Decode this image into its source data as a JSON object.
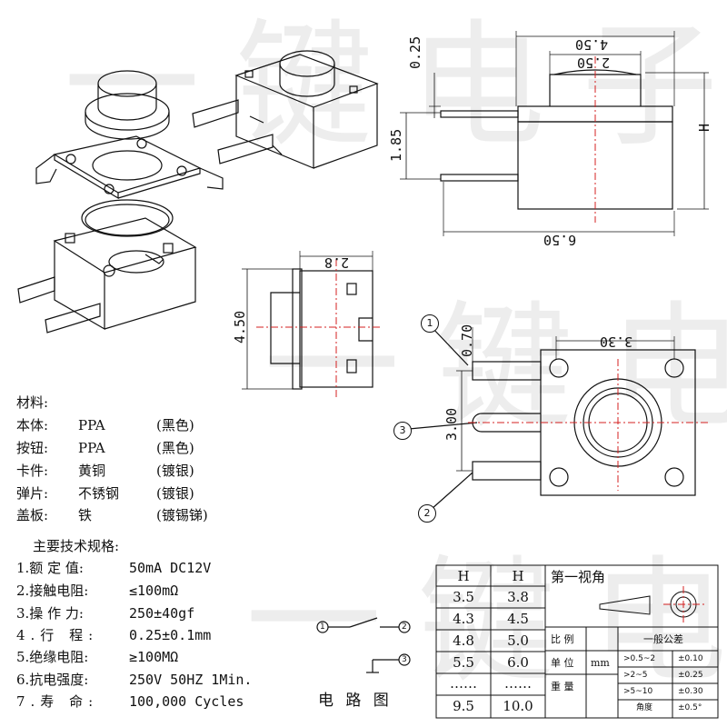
{
  "watermark": {
    "text": "一键电子"
  },
  "dimensions": {
    "top_width_outer": "4.50",
    "top_width_button": "2.50",
    "gap": "0.25",
    "pin_height": "1.85",
    "overall_height": "H",
    "overall_length": "6.50",
    "side_width": "2.8",
    "side_height": "4.50",
    "pitch_small": "0.70",
    "pitch_pin": "3.00",
    "top_hole": "3.30"
  },
  "pin_markers": [
    "1",
    "2",
    "3"
  ],
  "materials": {
    "title": "材料:",
    "rows": [
      {
        "part": "本体:",
        "material": "PPA",
        "note": "(黑色)"
      },
      {
        "part": "按钮:",
        "material": "PPA",
        "note": "(黑色)"
      },
      {
        "part": "卡件:",
        "material": "黄铜",
        "note": "(镀银)"
      },
      {
        "part": "弹片:",
        "material": "不锈钢",
        "note": "(镀银)"
      },
      {
        "part": "盖板:",
        "material": "铁",
        "note": "(镀锡锑)"
      }
    ]
  },
  "specs": {
    "title": "主要技术规格:",
    "rows": [
      {
        "label": "1.额 定 值:",
        "value": "50mA DC12V"
      },
      {
        "label": "2.接触电阻:",
        "value": "≤100mΩ"
      },
      {
        "label": "3.操 作 力:",
        "value": "250±40gf"
      },
      {
        "label": "4.行 程:",
        "value": "0.25±0.1mm"
      },
      {
        "label": "5.绝缘电阻:",
        "value": "≥100MΩ"
      },
      {
        "label": "6.抗电强度:",
        "value": "250V 50HZ 1Min."
      },
      {
        "label": "7.寿 命:",
        "value": "100,000 Cycles"
      }
    ]
  },
  "circuit": {
    "title": "电 路 图",
    "nodes": [
      "1",
      "2",
      "3"
    ]
  },
  "h_table": {
    "headers": [
      "H",
      "H"
    ],
    "rows": [
      [
        "3.5",
        "3.8"
      ],
      [
        "4.3",
        "4.5"
      ],
      [
        "4.8",
        "5.0"
      ],
      [
        "5.5",
        "6.0"
      ],
      [
        "……",
        "……"
      ],
      [
        "9.5",
        "10.0"
      ]
    ]
  },
  "title_block": {
    "view": "第一视角",
    "scale_label": "比 例",
    "unit_label": "单 位",
    "unit_value": "mm",
    "weight_label": "重 量",
    "tolerance_title": "一般公差",
    "tolerances": [
      {
        "range": ">0.5~2",
        "value": "±0.10"
      },
      {
        "range": ">2~5",
        "value": "±0.25"
      },
      {
        "range": ">5~10",
        "value": "±0.30"
      },
      {
        "range": "角度",
        "value": "±0.5°"
      }
    ]
  }
}
